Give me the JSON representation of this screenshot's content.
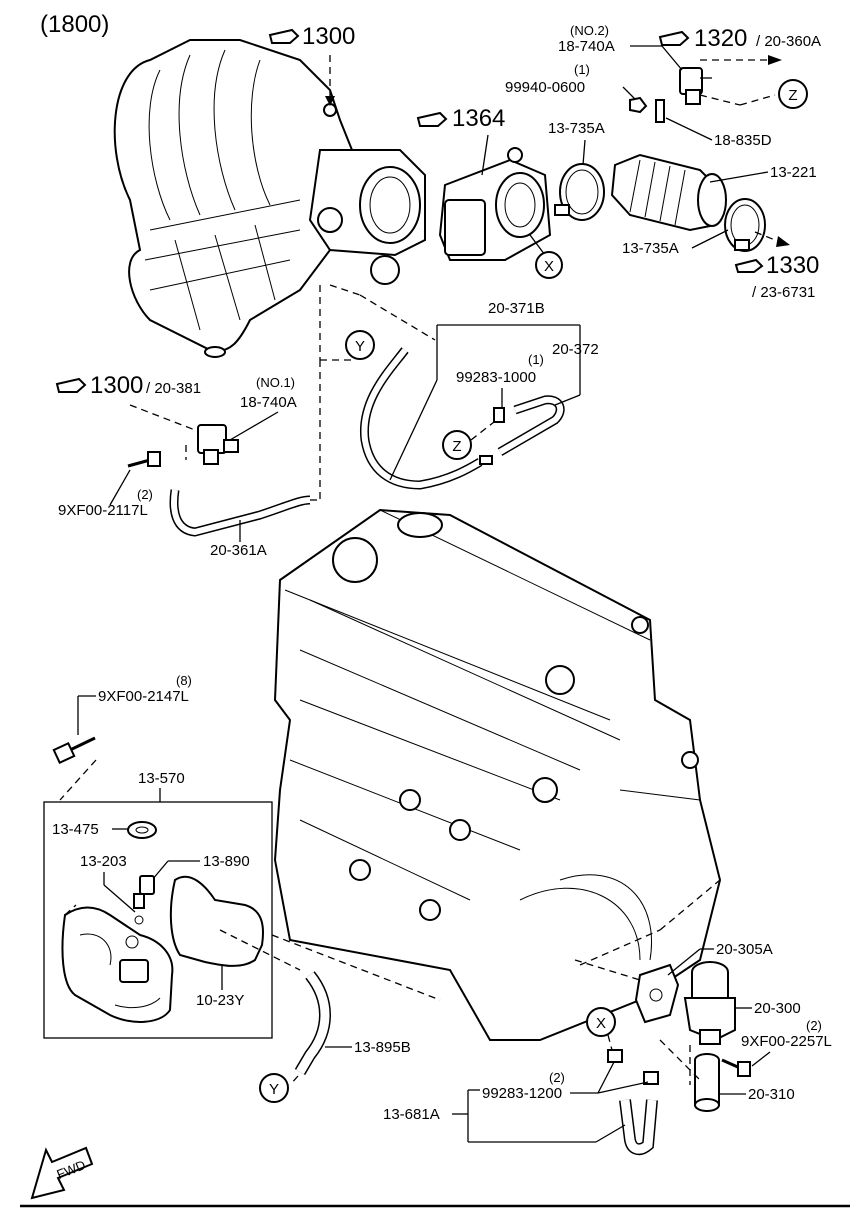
{
  "diagram": {
    "section": "(1800)",
    "refs": {
      "r1300_top": "1300",
      "r1364": "1364",
      "r1320": "1320",
      "r1320_sub": "/ 20-360A",
      "r1330": "1330",
      "r1330_sub": "/ 23-6731",
      "r1300_left": "1300",
      "r1300_left_sub": "/ 20-381"
    },
    "labels": {
      "no2": "(NO.2)",
      "p18_740A_top": "18-740A",
      "qty1_a": "(1)",
      "p99940": "99940-0600",
      "p18_835D": "18-835D",
      "p13_735A_a": "13-735A",
      "p13_221": "13-221",
      "p13_735A_b": "13-735A",
      "p20_371B": "20-371B",
      "p20_372": "20-372",
      "qty1_b": "(1)",
      "p99283_1000": "99283-1000",
      "no1": "(NO.1)",
      "p18_740A_left": "18-740A",
      "qty2_a": "(2)",
      "p9XF00_2117L": "9XF00-2117L",
      "p20_361A": "20-361A",
      "qty8": "(8)",
      "p9XF00_2147L": "9XF00-2147L",
      "p13_570": "13-570",
      "p13_475": "13-475",
      "p13_203": "13-203",
      "p13_890": "13-890",
      "p10_23Y": "10-23Y",
      "p13_895B": "13-895B",
      "p20_305A": "20-305A",
      "p20_300": "20-300",
      "qty2_b": "(2)",
      "p9XF00_2257L": "9XF00-2257L",
      "p20_310": "20-310",
      "qty2_c": "(2)",
      "p99283_1200": "99283-1200",
      "p13_681A": "13-681A",
      "fwd": "FWD"
    },
    "markers": {
      "z_top": "Z",
      "x_top": "X",
      "y_mid": "Y",
      "z_mid": "Z",
      "x_bottom": "X",
      "y_bottom": "Y"
    }
  }
}
